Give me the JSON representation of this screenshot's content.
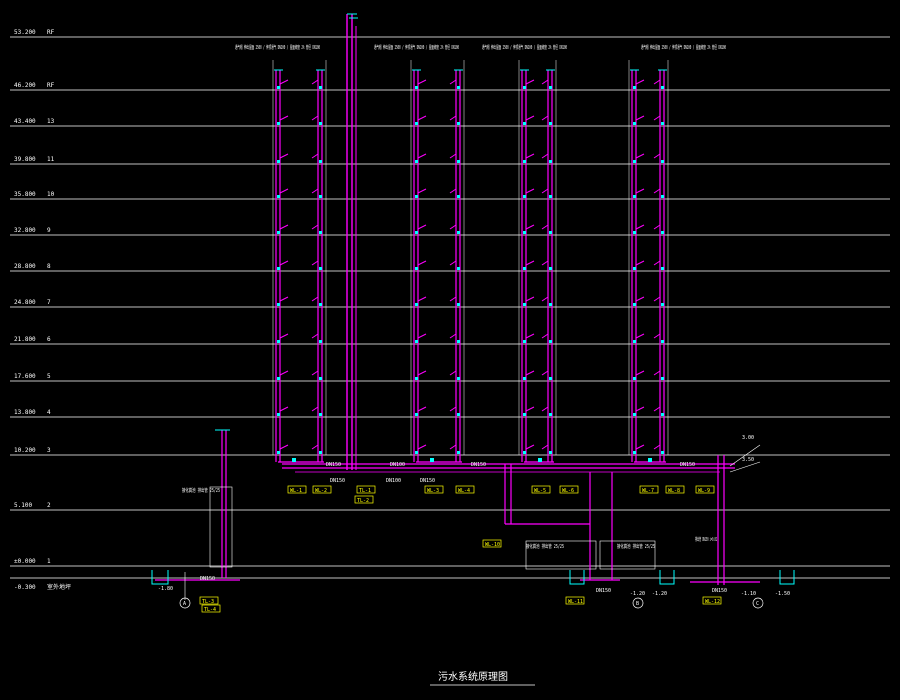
{
  "drawing": {
    "title": "污水系统原理图",
    "colors": {
      "background": "#000000",
      "floor_line": "#ffffff",
      "pipe": "#ff00ff",
      "fitting": "#00ffff",
      "label_tag": "#ffff00",
      "text": "#ffffff"
    },
    "floor_levels": [
      {
        "elevation": "53.200",
        "floor": "RF"
      },
      {
        "elevation": "46.200",
        "floor": "RF"
      },
      {
        "elevation": "43.400",
        "floor": "13"
      },
      {
        "elevation": "39.800",
        "floor": "11"
      },
      {
        "elevation": "35.800",
        "floor": "10"
      },
      {
        "elevation": "32.800",
        "floor": "9"
      },
      {
        "elevation": "28.800",
        "floor": "8"
      },
      {
        "elevation": "24.800",
        "floor": "7"
      },
      {
        "elevation": "21.800",
        "floor": "6"
      },
      {
        "elevation": "17.600",
        "floor": "5"
      },
      {
        "elevation": "13.800",
        "floor": "4"
      },
      {
        "elevation": "10.200",
        "floor": "3"
      },
      {
        "elevation": "5.100",
        "floor": "2"
      },
      {
        "elevation": "±0.000",
        "floor": "1"
      },
      {
        "elevation": "-0.300",
        "floor": "室外地坪"
      }
    ],
    "stack_notes": [
      "通气帽 伸出屋面 2500 / 伸顶通气 DN100 / 屋面坡度 2% 管径 DN100",
      "通气帽 伸出屋面 2500 / 伸顶通气 DN100 / 屋面坡度 2% 管径 DN100",
      "通气帽 伸出屋面 2500 / 伸顶通气 DN100 / 屋面坡度 2% 管径 DN100",
      "通气帽 伸出屋面 2500 / 伸顶通气 DN100 / 屋面坡度 2% 管径 DN100"
    ],
    "pipe_tags": [
      "WL-1",
      "WL-2",
      "TL-1",
      "TL-2",
      "WL-3",
      "WL-4",
      "WL-5",
      "WL-6",
      "WL-7",
      "WL-8",
      "WL-9",
      "WL-10",
      "TL-3",
      "TL-4",
      "WL-11",
      "WL-12"
    ],
    "pipe_sizes": [
      "DN150",
      "DN100",
      "DN150",
      "DN150",
      "DN150",
      "DN100",
      "DN150",
      "DN150",
      "DN150",
      "DN150"
    ],
    "outlet_elevations": [
      "-1.80",
      "-1.20",
      "-1.20",
      "-1.10",
      "-1.50"
    ],
    "side_notes": [
      "接化粪池 排出管 25/25",
      "接化粪池 排出管 25/25",
      "接化粪池 排出管 25/25",
      "排出管 DN150 i=0.02"
    ],
    "gradients": [
      "3.00",
      "3.50"
    ],
    "markers": [
      "A",
      "B",
      "C"
    ]
  }
}
